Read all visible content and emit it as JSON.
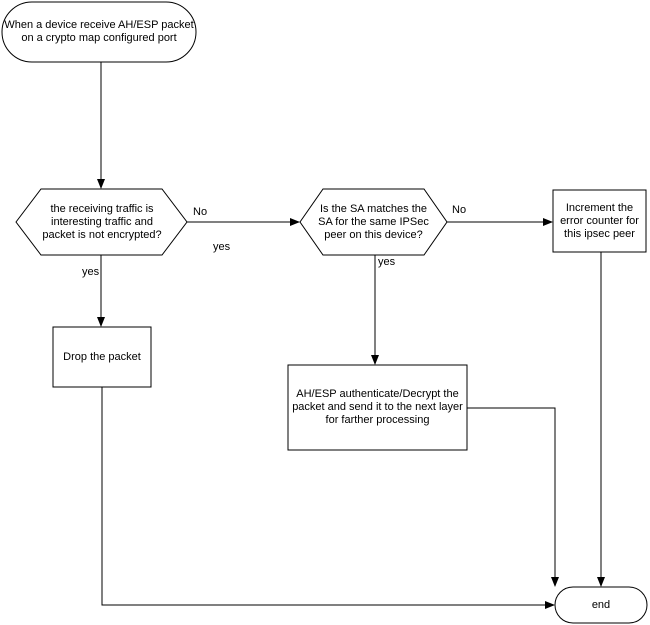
{
  "diagram": {
    "nodes": {
      "start": {
        "text": "When a device receive AH/ESP packet\non a crypto map configured port",
        "shape": "terminator"
      },
      "decision1": {
        "text": "the receiving traffic is\ninteresting traffic and\npacket is not encrypted?",
        "shape": "decision"
      },
      "decision2": {
        "text": "Is the SA matches the\nSA for the same IPSec\npeer on this device?",
        "shape": "decision"
      },
      "increment": {
        "text": "Increment the\nerror counter for\nthis ipsec peer",
        "shape": "process"
      },
      "drop": {
        "text": "Drop the packet",
        "shape": "process"
      },
      "decrypt": {
        "text": "AH/ESP authenticate/Decrypt the\npacket and send it to the next layer\nfor farther processing",
        "shape": "process"
      },
      "end": {
        "text": "end",
        "shape": "terminator"
      }
    },
    "edge_labels": {
      "d1_no": "No",
      "d1_yes_mid": "yes",
      "d1_yes": "yes",
      "d2_no": "No",
      "d2_yes": "yes"
    },
    "colors": {
      "stroke": "#000000",
      "fill": "#ffffff",
      "text": "#000000"
    }
  }
}
